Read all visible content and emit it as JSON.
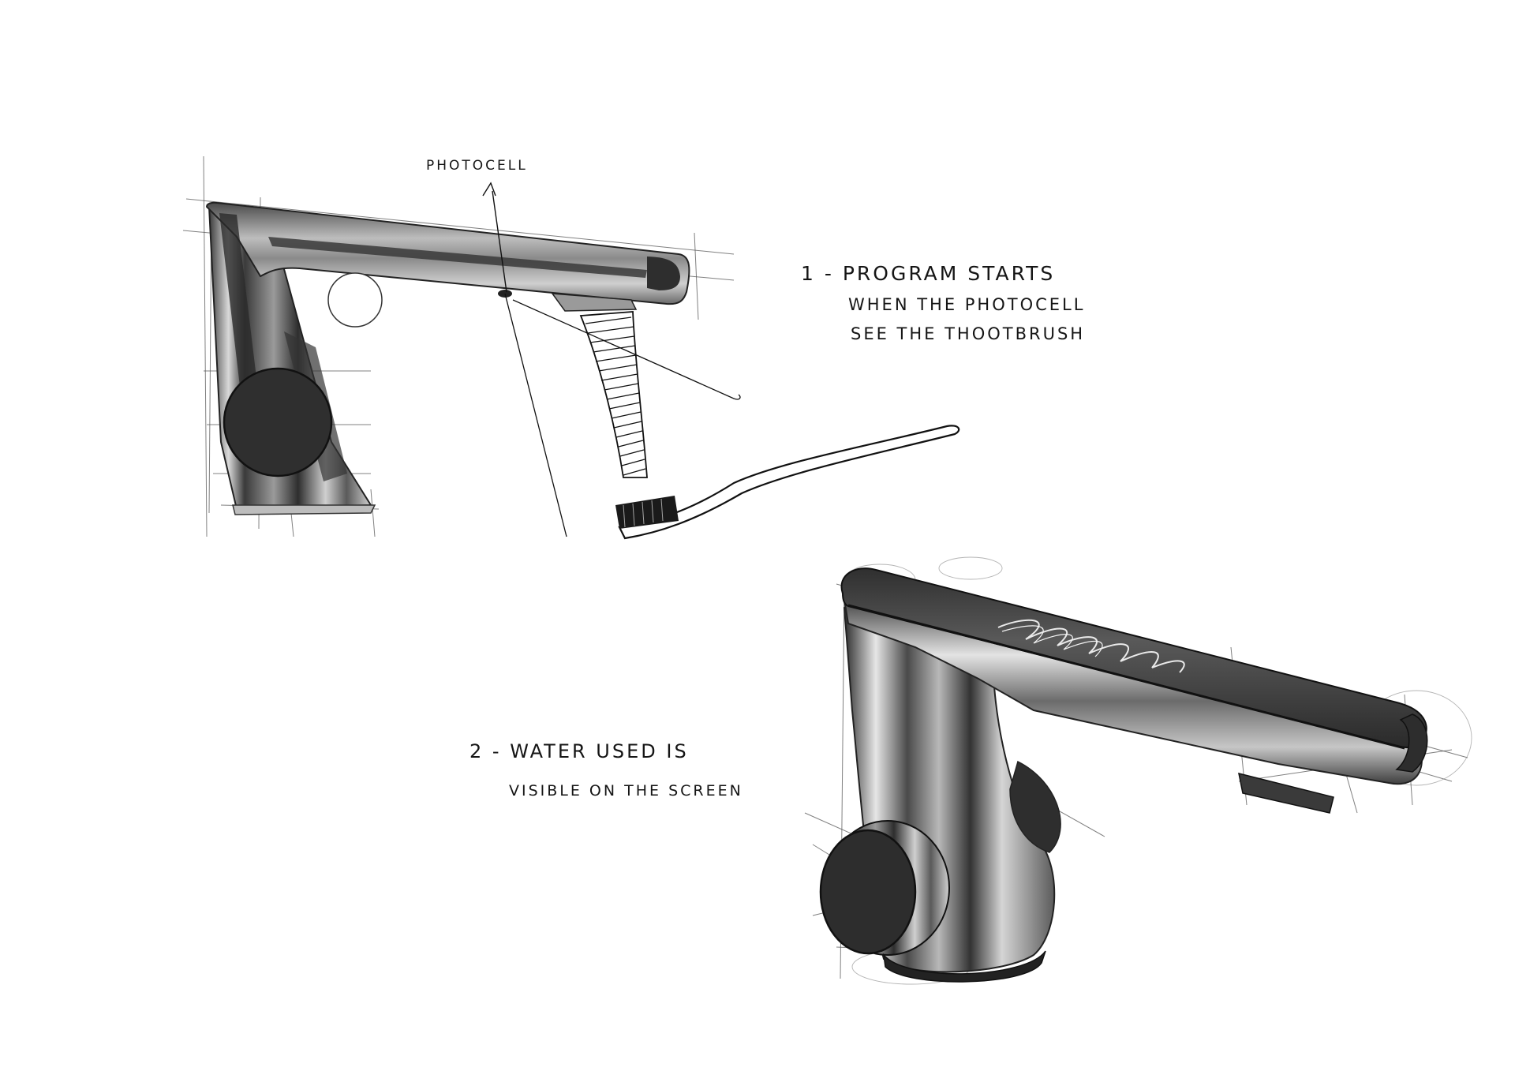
{
  "sketch": {
    "label_photocell": "PHOTOCELL",
    "note1": {
      "line1": "1 - PROGRAM STARTS",
      "line2": "WHEN THE PHOTOCELL",
      "line3": "SEE THE THOOTBRUSH"
    },
    "note2": {
      "line1": "2 - WATER USED IS",
      "line2": "VISIBLE ON THE SCREEN"
    }
  },
  "colors": {
    "ink": "#151515",
    "chrome_dark": "#2b2b2b",
    "chrome_mid": "#7a7a7a",
    "chrome_light": "#d8d8d8",
    "paper": "#ffffff"
  }
}
